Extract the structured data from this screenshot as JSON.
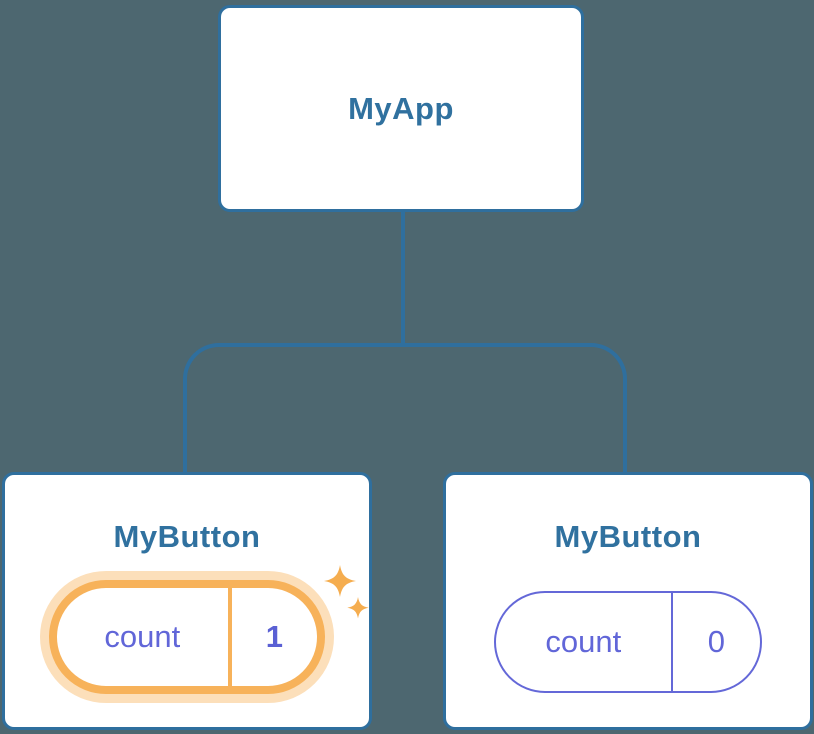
{
  "diagram": {
    "title": "react-component-state-tree",
    "colors": {
      "background": "#4D6770",
      "node_border_blue": "#2F6F9E",
      "node_text_blue": "#30719F",
      "state_purple": "#6166D8",
      "highlight_orange": "#F7B25A",
      "sparkle_orange": "#F5AD4F"
    },
    "root": {
      "label": "MyApp"
    },
    "children": [
      {
        "label": "MyButton",
        "state": {
          "name": "count",
          "value": "1"
        },
        "highlighted": true
      },
      {
        "label": "MyButton",
        "state": {
          "name": "count",
          "value": "0"
        },
        "highlighted": false
      }
    ]
  }
}
